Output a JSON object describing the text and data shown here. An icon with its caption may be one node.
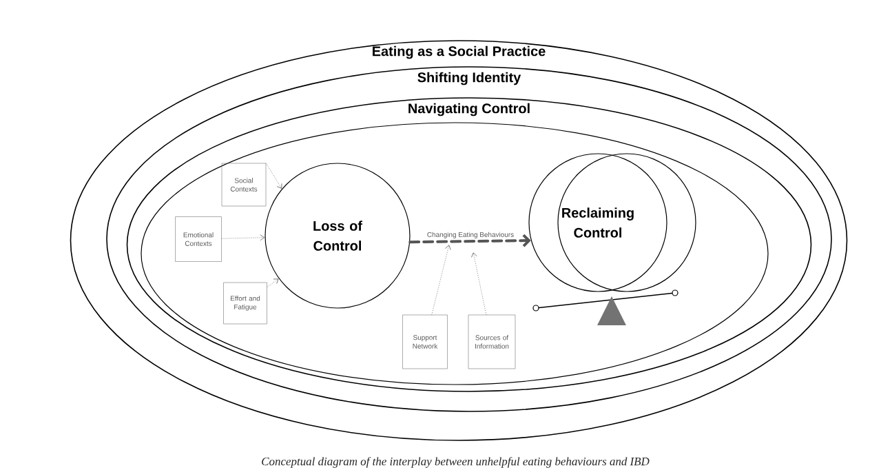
{
  "diagram": {
    "caption": "Conceptual diagram of the interplay between unhelpful eating behaviours and IBD",
    "nodes": [
      {
        "text": [
          "Eating as a Social Practice"
        ]
      },
      {
        "text": [
          "Shifting Identity"
        ],
        "in": 0
      },
      {
        "text": [
          "Navigating Control"
        ],
        "in": 1
      },
      {
        "text": [],
        "shape": "ellipse",
        "in": 2
      },
      {
        "text": [
          "Social Contexts"
        ],
        "in": 3
      },
      {
        "text": [
          "Emotional Contexts"
        ],
        "in": 3
      },
      {
        "text": [
          "Effort and Fatigue"
        ],
        "in": 3
      },
      {
        "text": [
          "Loss of Control"
        ],
        "in": 3
      },
      {
        "text": [
          "Reclaiming Control"
        ],
        "in": 3
      },
      {
        "text": [],
        "shape": "circle",
        "in": 3
      },
      {
        "text": [
          "Support Network"
        ],
        "in": 3
      },
      {
        "text": [
          "Sources of Information"
        ],
        "in": 3
      }
    ],
    "edges": [
      {
        "from": 4,
        "to": 7,
        "arrow": "to",
        "style": "dashed"
      },
      {
        "from": 5,
        "to": 7,
        "arrow": "to",
        "style": "dashed"
      },
      {
        "from": 6,
        "to": 7,
        "arrow": "to",
        "style": "dashed"
      },
      {
        "from": 7,
        "to": 8,
        "arrow": "to",
        "label": "Changing Eating Behaviours",
        "style": "dashed",
        "color": "#555555"
      },
      {
        "from": 10,
        "to": null,
        "arrow": "to",
        "style": "dashed"
      },
      {
        "from": 11,
        "to": null,
        "arrow": "to",
        "style": "dashed"
      }
    ]
  }
}
